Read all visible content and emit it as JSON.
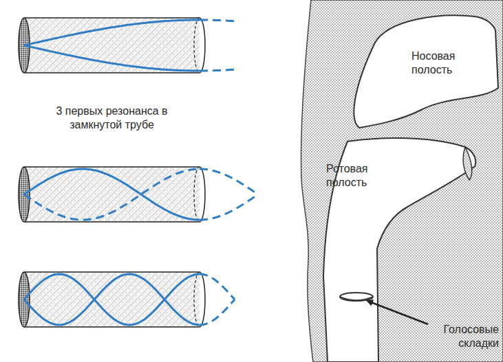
{
  "diagram": {
    "labels": [
      "3 первых резонанса в замкнутой трубе",
      "Носовая полость",
      "Ротовая полость",
      "Голосовые складки"
    ]
  }
}
